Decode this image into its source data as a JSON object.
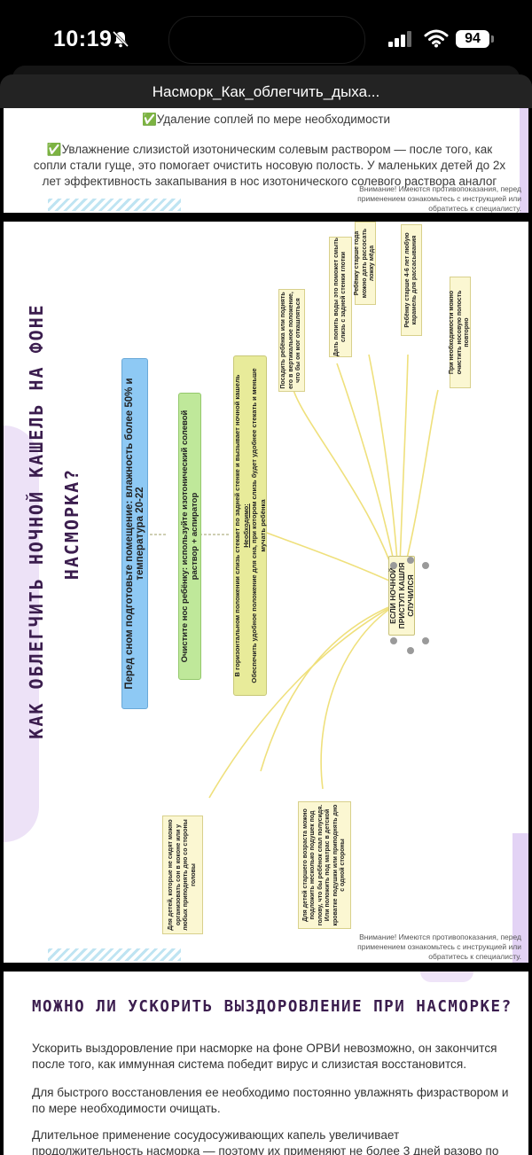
{
  "status_bar": {
    "time": "10:19",
    "battery": "94",
    "icons": [
      "bell-slash-icon",
      "signal-icon",
      "wifi-icon",
      "battery-icon"
    ]
  },
  "title_bar": {
    "title": "Насморк_Как_облегчить_дыха..."
  },
  "card1": {
    "line1": "✅Удаление соплей по мере необходимости",
    "para": "✅Увлажнение слизистой изотоническим солевым раствором — после того, как сопли стали гуще, это помогает очистить носовую полость. У маленьких детей до 2х лет эффективность закапывания в нос изотонического солевого раствора аналог",
    "warning": "Внимание! Имеются противопоказания, перед применением ознакомьтесь с инструкцией или обратитесь к специалисту."
  },
  "mindmap": {
    "heading_line1": "КАК ОБЛЕГЧИТЬ НОЧНОЙ КАШЕЛЬ НА ФОНЕ",
    "heading_line2": "НАСМОРКА?",
    "blue": "Перед сном подготовьте помещение: влажность более 50% и температура 20-22",
    "green": "Очистите нос ребёнку: используйте изотонический солевой раствор + аспиратор",
    "yellow_line1": "В горизонтальном положении слизь стекает по задней стенке и вызывает ночной кашель",
    "yellow_line2": "Необходимо:",
    "yellow_line3": "Обеспечить удобное положение для сна, при котором слизь будет удобнее стекать и меньше мучать ребёнка",
    "center": "ЕСЛИ НОЧНОЙ ПРИСТУП КАШЛЯ СЛУЧИЛСЯ",
    "b1": "Посадить ребёнка или поднять его в вертикальное положение, что бы он мог откашляться",
    "b2": "Дать попить воды это поможет смыть слизь с задней стенки глотки",
    "b3": "Ребёнку старше года можно дать рассосать ложку мёда",
    "b4": "Ребёнку старше 4-6 лет любую карамель для рассасывания",
    "b5": "При необходимости можно очистить носовую полость повторно",
    "b6": "Для детей, которые не сидят можно организовать сон в коконе или у любых приподнять дно со стороны головы",
    "b7": "Для детей старшего возраста можно подложить несколько подушек под голову, что бы ребёнок спал полусидя. Или положить под матрас в детской кроватке подушки или приподнять дно с одной стороны",
    "warning": "Внимание! Имеются противопоказания, перед применением ознакомьтесь с инструкцией или обратитесь к специалисту."
  },
  "section": {
    "title": "МОЖНО ЛИ УСКОРИТЬ ВЫЗДОРОВЛЕНИЕ ПРИ НАСМОРКЕ?",
    "p1": "Ускорить выздоровление при насморке на фоне ОРВИ невозможно, он закончится после того, как иммунная система победит вирус и слизистая восстановится.",
    "p2": "Для быстрого восстановления ее необходимо постоянно увлажнять физраствором и по мере необходимости очищать.",
    "p3": "Длительное применение сосудосуживающих капель увеличивает продолжительность насморка — поэтому их применяют не более 3 дней разово по"
  },
  "colors": {
    "blue": "#8ec9f4",
    "green": "#bfe89a",
    "yellow": "#e8eb9a",
    "note": "#fbf7d2",
    "purple_text": "#3b1d4e",
    "lilac": "#e3d3f5"
  }
}
